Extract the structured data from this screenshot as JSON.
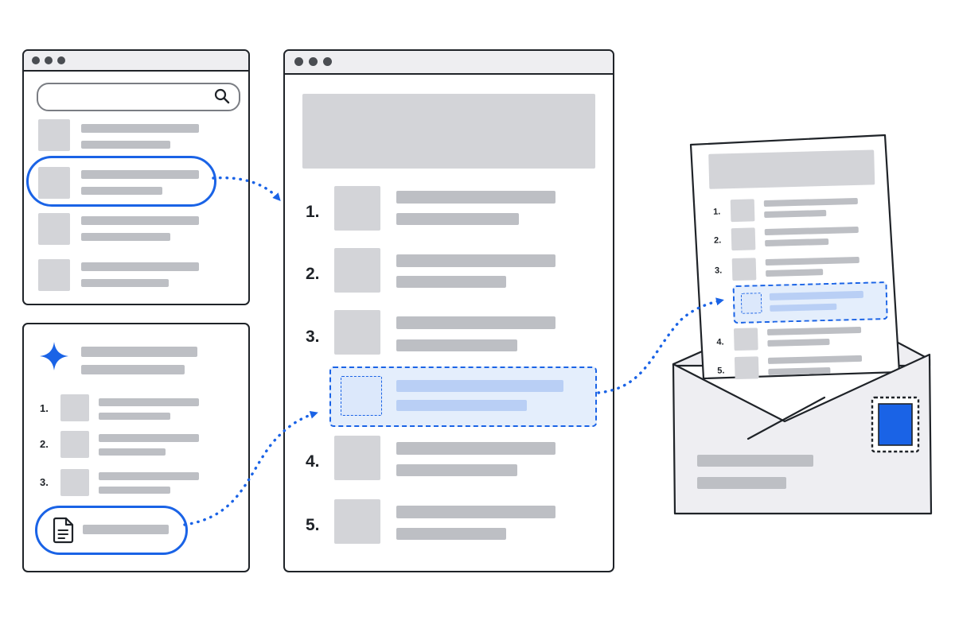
{
  "list_numbers": [
    "1.",
    "2.",
    "3.",
    "4.",
    "5."
  ],
  "icons": {
    "search": "search-icon",
    "sparkle": "sparkle-icon",
    "document": "document-icon",
    "stamp": "stamp-icon",
    "envelope": "envelope-icon"
  },
  "colors": {
    "accent": "#1a63e6",
    "outline": "#1f2328",
    "placeholder": "#d3d4d8",
    "placeholder_line": "#bdbfc4",
    "highlight_fill": "#e4eefc"
  }
}
